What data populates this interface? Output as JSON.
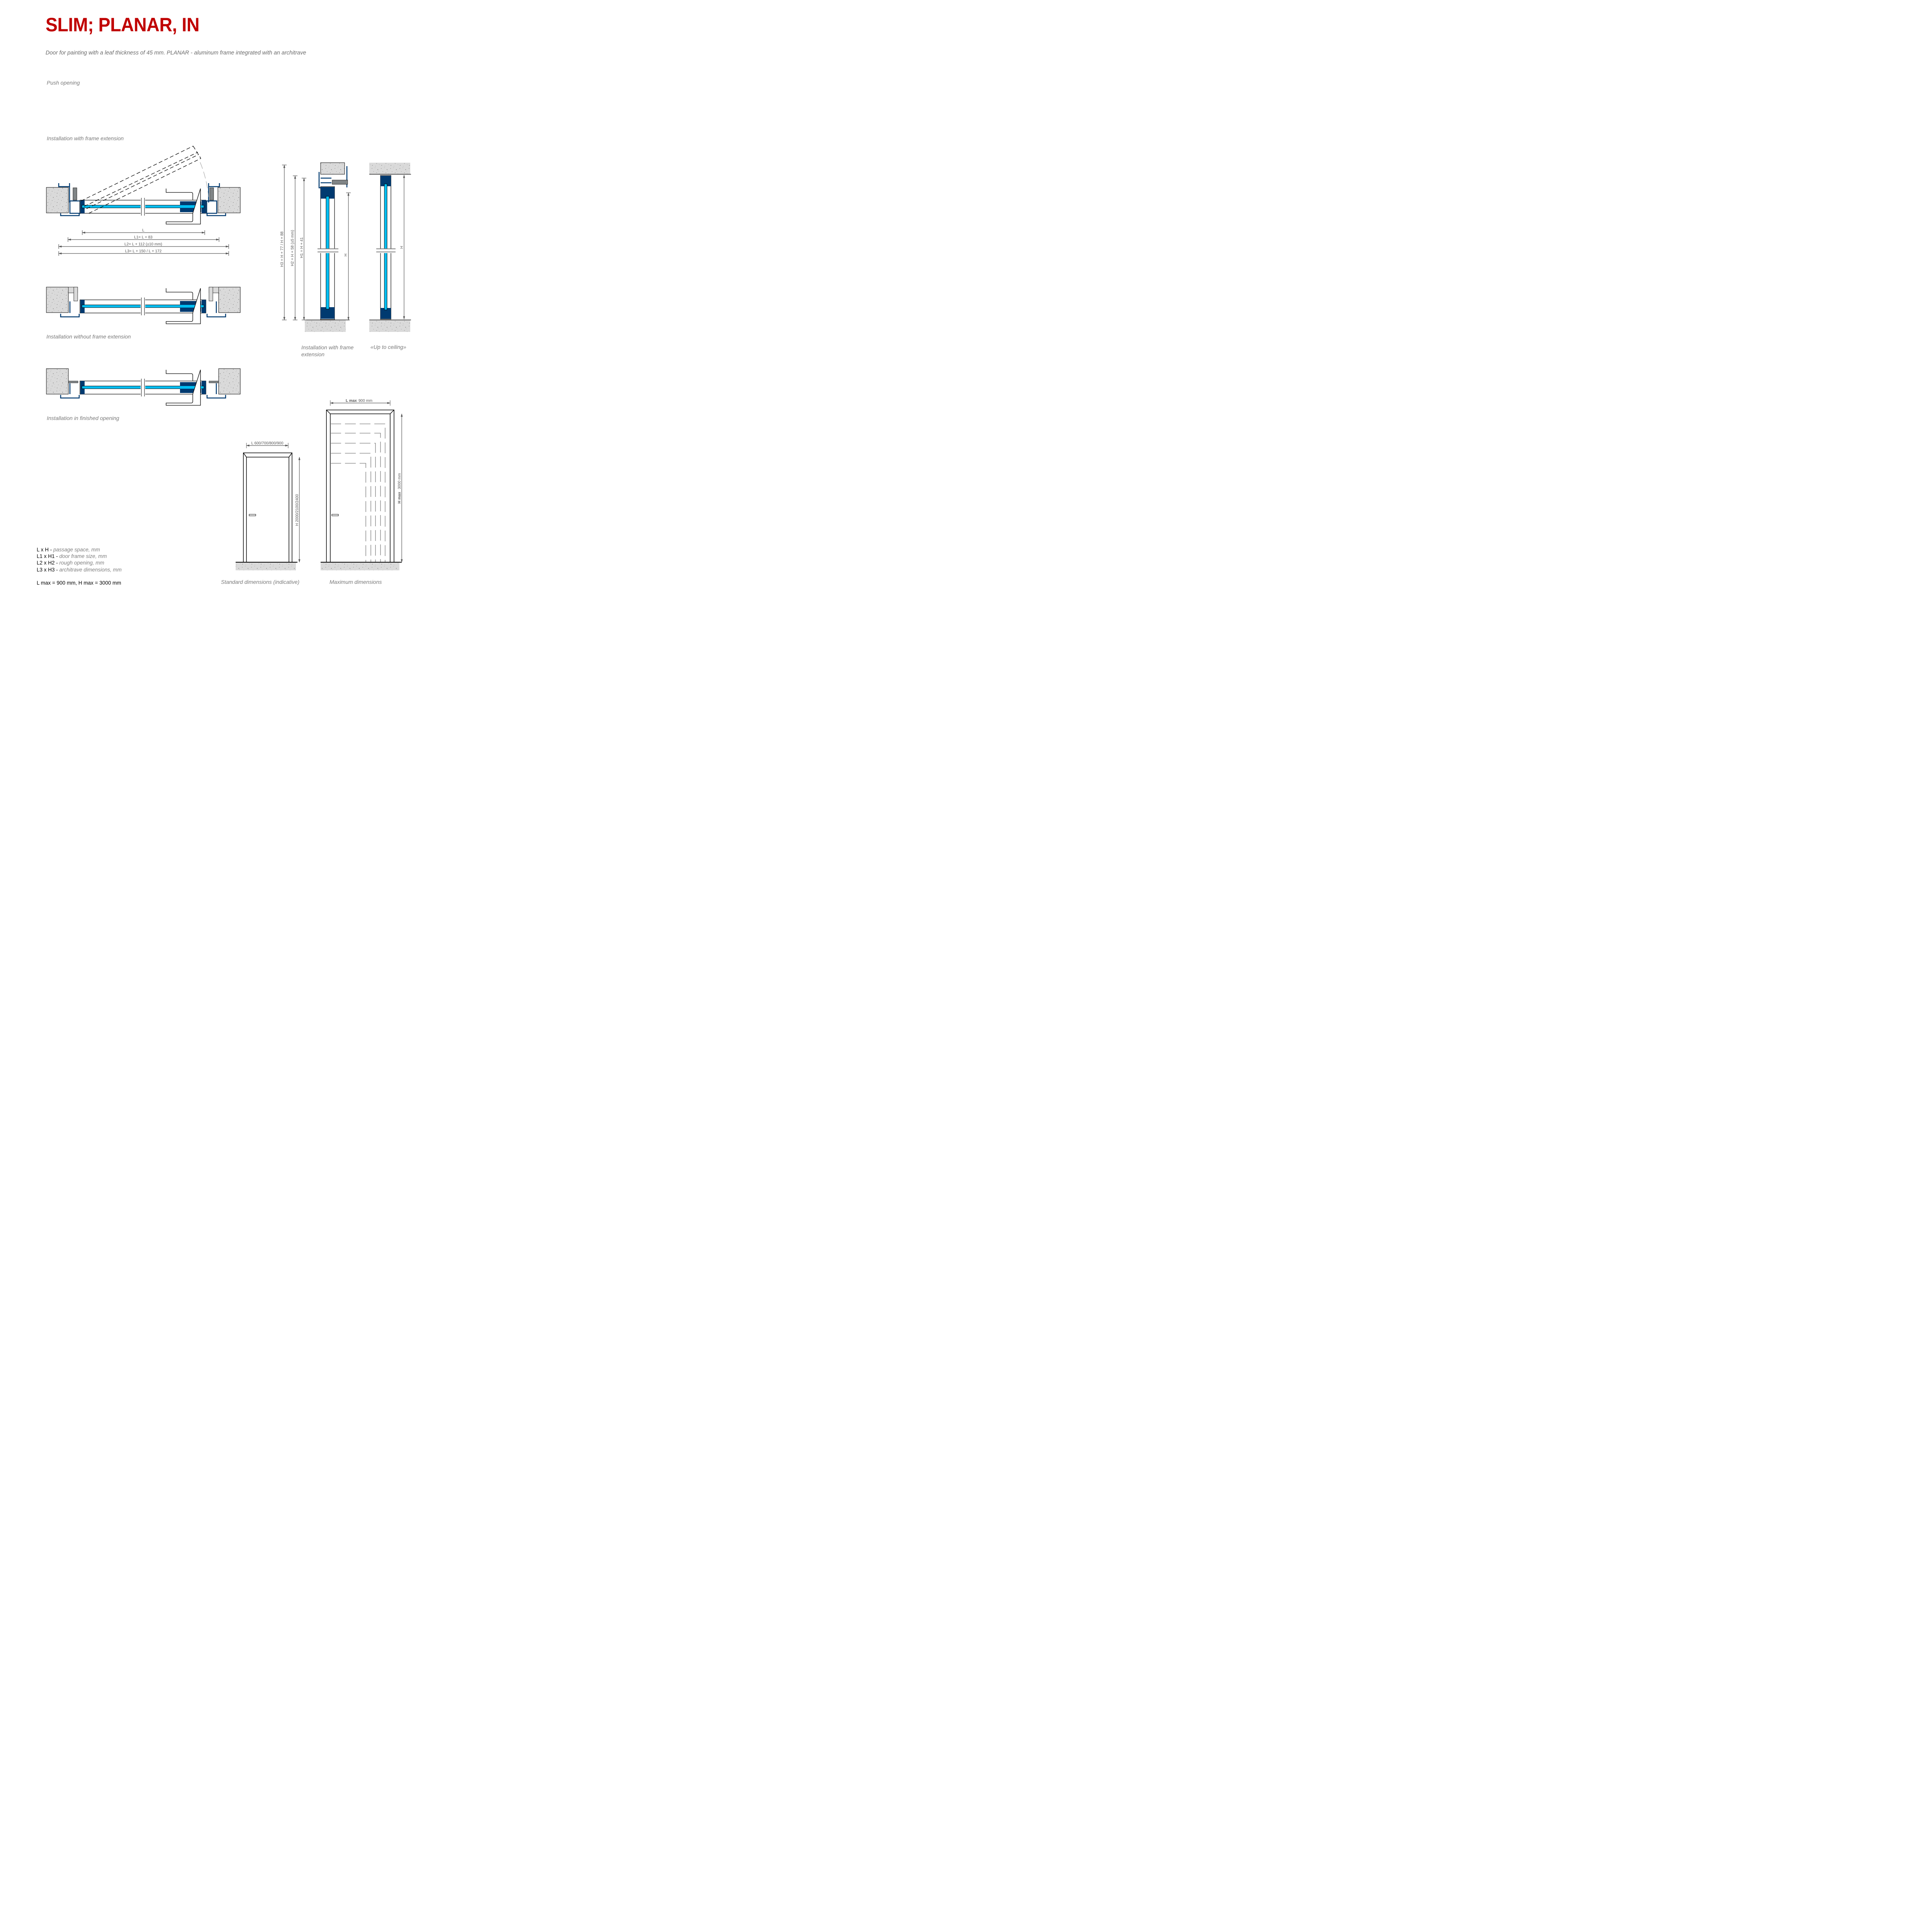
{
  "header": {
    "title": "SLIM; PLANAR, IN",
    "subtitle": "Door for painting with a leaf thickness of 45 mm. PLANAR - aluminum frame integrated with an architrave"
  },
  "sections": {
    "opening_type": "Push opening",
    "with_extension": "Installation with frame extension",
    "without_extension": "Installation without frame extension",
    "finished_opening": "Installation in finished opening",
    "vertical_with_extension": "Installation with frame extension",
    "up_to_ceiling": "«Up to ceiling»",
    "standard_dims": "Standard dimensions (indicative)",
    "maximum_dims": "Maximum dimensions"
  },
  "dimensions": {
    "horizontal": {
      "L": "L",
      "L1": "L1= L + 83",
      "L2": "L2= L + 112 (±10 mm)",
      "L3": "L3= L + 150 / L + 172"
    },
    "vertical": {
      "H3": "H3 = H + 77 / H + 88",
      "H2": "H2 = H + 58 (±5 mm)",
      "H1": "H1 = H + 41",
      "H": "H",
      "H_ceiling": "H"
    },
    "standard": {
      "width": "L 600/700/800/900",
      "height": "H  2000/2100/2400"
    },
    "maximum": {
      "width_label": "L max",
      "width_value": "900  mm",
      "height_label": "H max",
      "height_value": "3000  mm"
    }
  },
  "legend": {
    "items": [
      {
        "key": "L x H - ",
        "desc": "passage space, mm"
      },
      {
        "key": "L1 x H1 - ",
        "desc": "door frame size, mm"
      },
      {
        "key": "L2 x H2 - ",
        "desc": "rough opening, mm"
      },
      {
        "key": "L3 x H3 - ",
        "desc": " architrave dimensions, mm"
      }
    ],
    "limits": "L max = 900 mm, H max = 3000 mm"
  },
  "colors": {
    "title_red": "#c00000",
    "frame_blue": "#003a70",
    "leaf_core_cyan": "#00bff3",
    "seal_grey": "#808587",
    "concrete": "#dadada",
    "speckle": "#9a9a9a",
    "dimension_grey": "#555555",
    "caption_grey": "#7a7a7a"
  }
}
